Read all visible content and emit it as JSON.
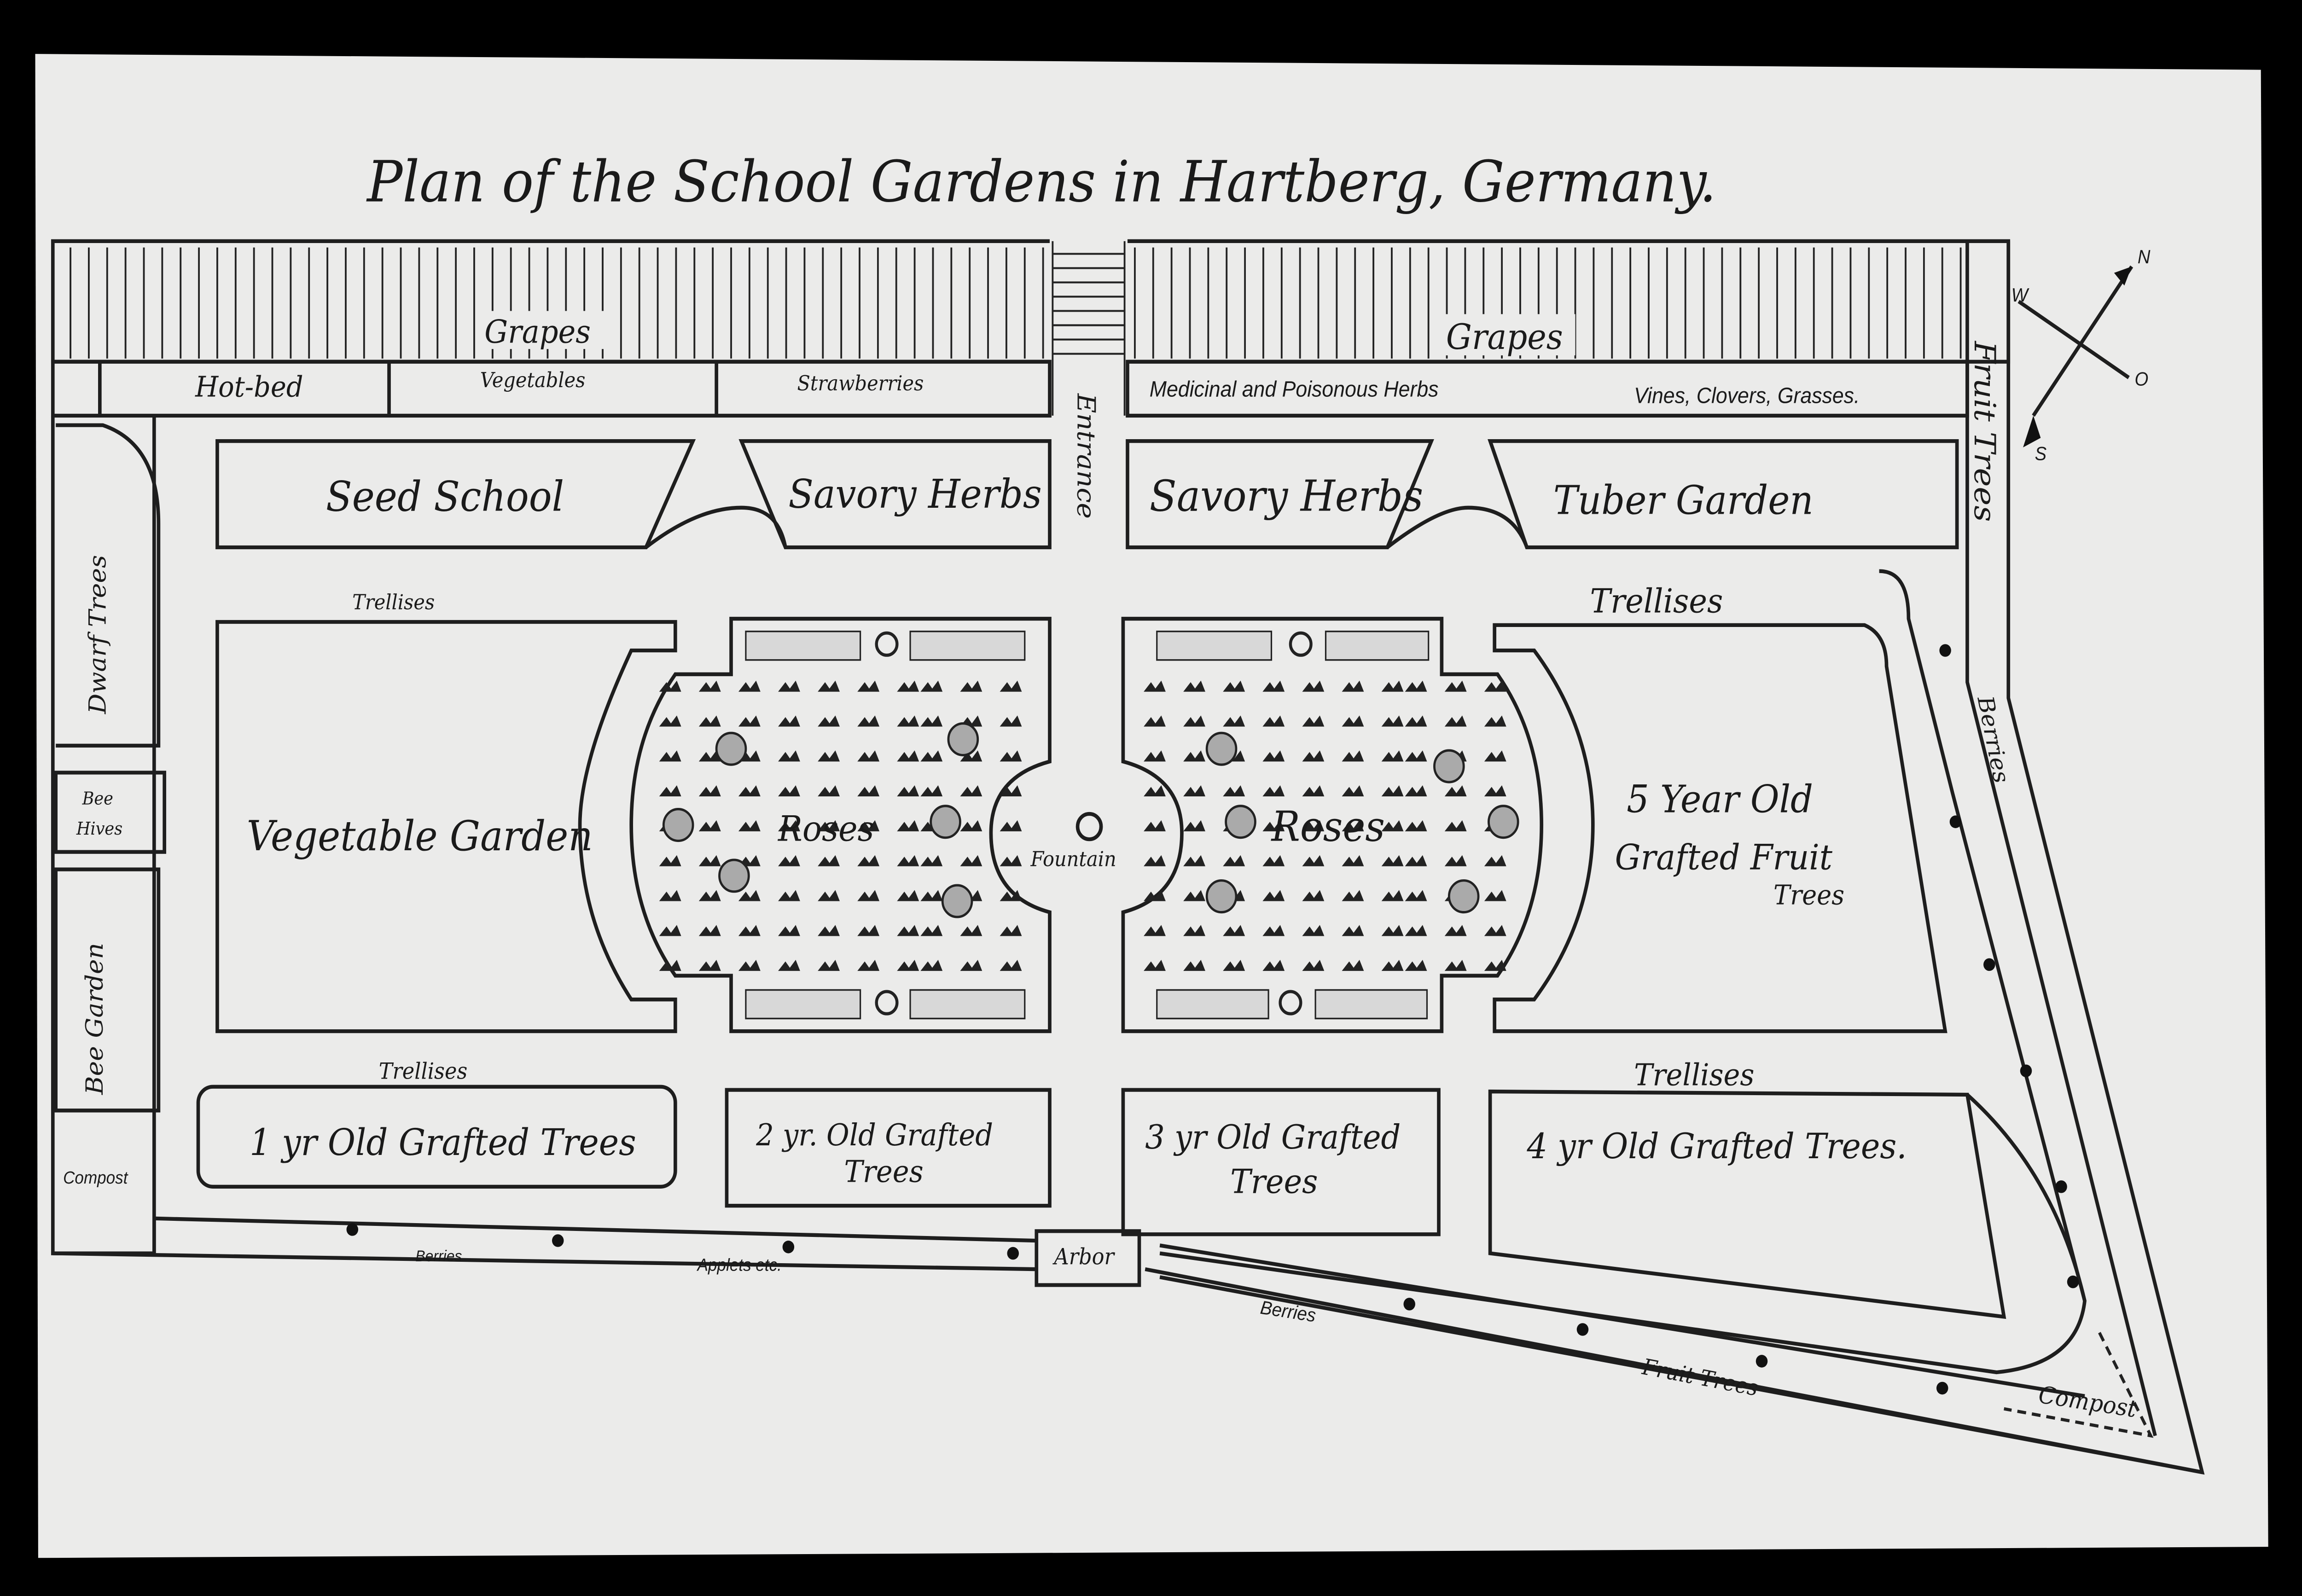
{
  "title": "Plan of the School Gardens in Hartberg, Germany.",
  "compass": {
    "n": "N",
    "w": "W",
    "o": "O",
    "s": "S"
  },
  "top_strip": {
    "grapes_left": "Grapes",
    "grapes_right": "Grapes",
    "hotbed": "Hot-bed",
    "vegetables": "Vegetables",
    "strawberries": "Strawberries",
    "medicinal": "Medicinal and Poisonous Herbs",
    "vines": "Vines, Clovers, Grasses."
  },
  "entrance": "Entrance",
  "fruit_trees_right": "Fruit Trees",
  "berries_right": "Berries",
  "beds": {
    "seed_school": "Seed School",
    "savory_left": "Savory Herbs",
    "savory_right": "Savory Herbs",
    "tuber": "Tuber Garden",
    "vegetable_garden": "Vegetable Garden",
    "roses_left": "Roses",
    "roses_right": "Roses",
    "fountain": "Fountain",
    "five_year_1": "5 Year Old",
    "five_year_2": "Grafted Fruit",
    "five_year_3": "Trees",
    "one_yr": "1 yr Old Grafted Trees",
    "two_yr_1": "2 yr. Old Grafted",
    "two_yr_2": "Trees",
    "three_yr_1": "3 yr Old Grafted",
    "three_yr_2": "Trees",
    "four_yr": "4 yr Old Grafted Trees."
  },
  "trellises": {
    "a": "Trellises",
    "b": "Trellises",
    "c": "Trellises",
    "d": "Trellises"
  },
  "left_column": {
    "dwarf": "Dwarf Trees",
    "bee_hives_1": "Bee",
    "bee_hives_2": "Hives",
    "bee_garden": "Bee Garden",
    "compost": "Compost"
  },
  "bottom": {
    "berries_left": "Berries",
    "applets": "Applets etc.",
    "arbor": "Arbor",
    "berries_right": "Berries",
    "fruit_trees": "Fruit Trees",
    "compost": "Compost"
  }
}
